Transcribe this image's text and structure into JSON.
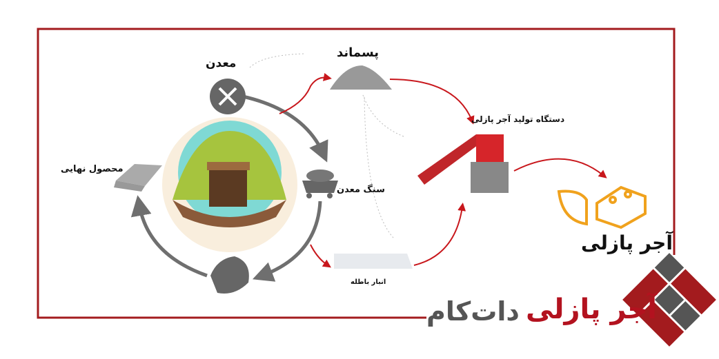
{
  "labels": {
    "mine": "معدن",
    "waste": "پسماند",
    "ore": "سنگ معدن",
    "final_product": "محصول نهایی",
    "tailings_storage": "انبار باطله",
    "machine": "دستگاه تولید آجر پازلی",
    "puzzle_brick": "آجر پازلی"
  },
  "logo": {
    "red_text": "آجر پازلی",
    "gray_text": "دات‌کام"
  },
  "colors": {
    "frame": "#a31b1e",
    "arrow_red": "#c8171c",
    "arrow_gray": "#6f6f6f",
    "brick": "#f0a21d",
    "logo_red": "#b3121f",
    "logo_gray": "#555555"
  },
  "icons": [
    "pickaxe-shovel-icon",
    "sand-pile-icon",
    "mine-cart-icon",
    "gold-bars-icon",
    "rock-icon",
    "tailings-icon",
    "brick-machine-icon",
    "puzzle-brick-icon",
    "mine-illustration",
    "logo-mark-icon"
  ]
}
